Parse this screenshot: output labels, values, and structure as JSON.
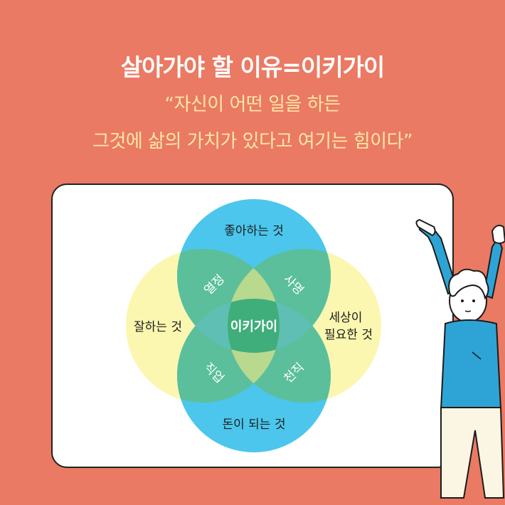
{
  "header": {
    "title": "살아가야 할 이유=이키가이",
    "quote_line1": "“자신이 어떤 일을 하든",
    "quote_line2": "그것에 삶의 가치가 있다고 여기는 힘이다”"
  },
  "venn": {
    "top": "좋아하는 것",
    "left": "잘하는 것",
    "right_line1": "세상이",
    "right_line2": "필요한 것",
    "bottom": "돈이 되는 것",
    "upper_left": "열정",
    "upper_right": "사명",
    "lower_left": "직업",
    "lower_right": "천직",
    "center": "이키가이"
  },
  "colors": {
    "background": "#ea7a63",
    "title": "#ffffff",
    "quote": "#fde7a6",
    "blue_circle": "#4cc6ec",
    "yellow_circle": "#fbf7b0",
    "overlap_green": "#5bbf9c",
    "center_green": "#3fae7b"
  }
}
